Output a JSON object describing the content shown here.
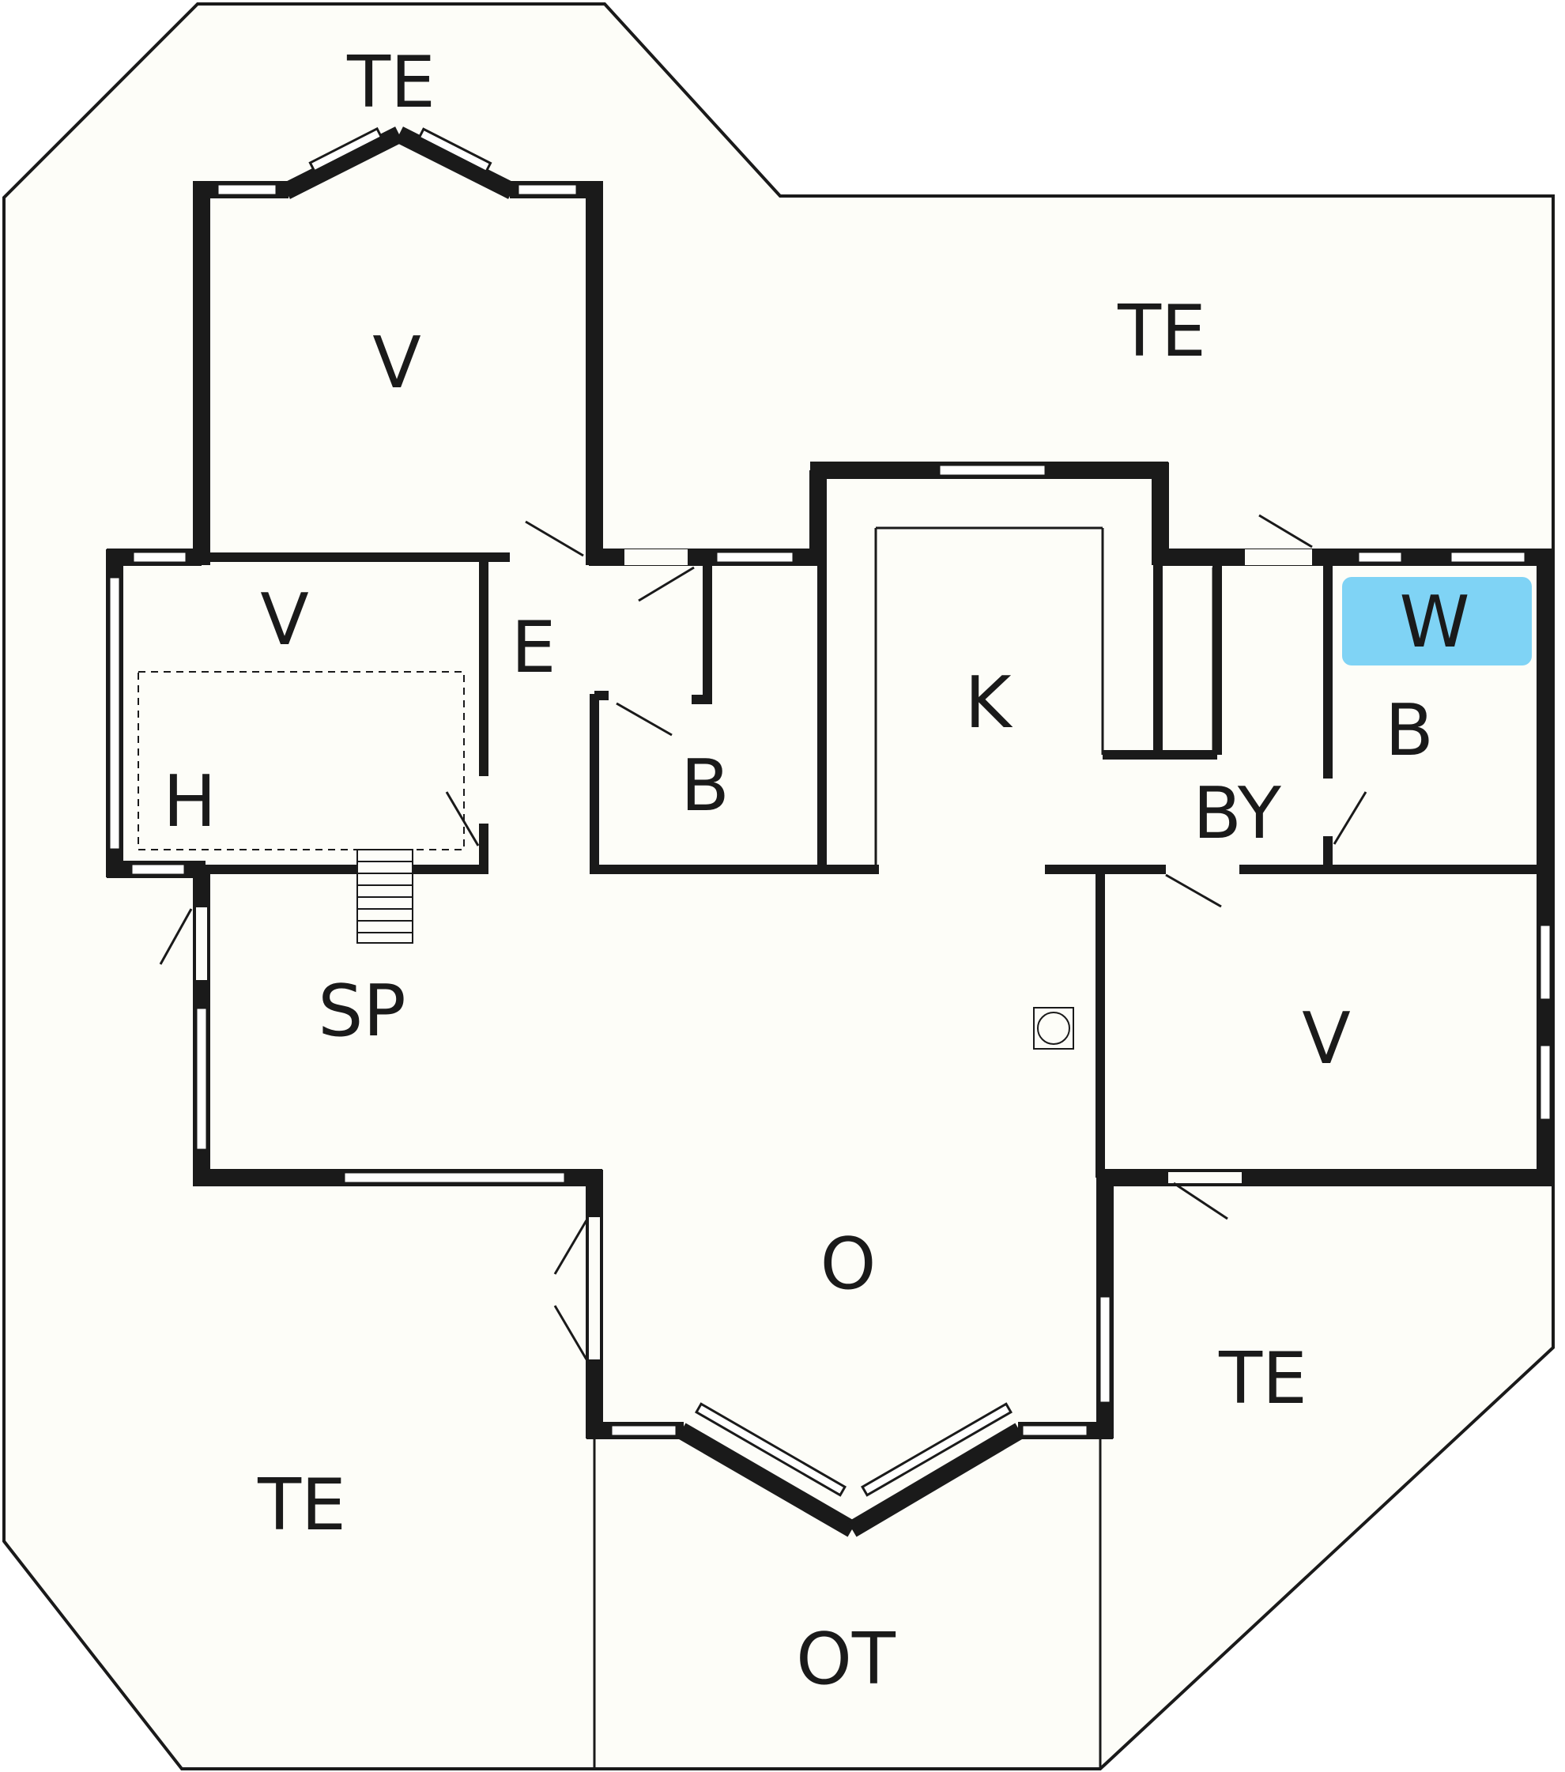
{
  "plan": {
    "fill_color": "#fdfdf8",
    "wall_color": "#1a1a1a",
    "highlight_color": "#7fd3f5"
  },
  "rooms": {
    "te_top": "TE",
    "te_right": "TE",
    "v_top": "V",
    "v_left": "V",
    "e": "E",
    "h": "H",
    "b_mid": "B",
    "k": "K",
    "w": "W",
    "b_right": "B",
    "by": "BY",
    "v_right": "V",
    "sp": "SP",
    "o": "O",
    "te_bottom_left": "TE",
    "te_bottom_right": "TE",
    "ot": "OT"
  }
}
